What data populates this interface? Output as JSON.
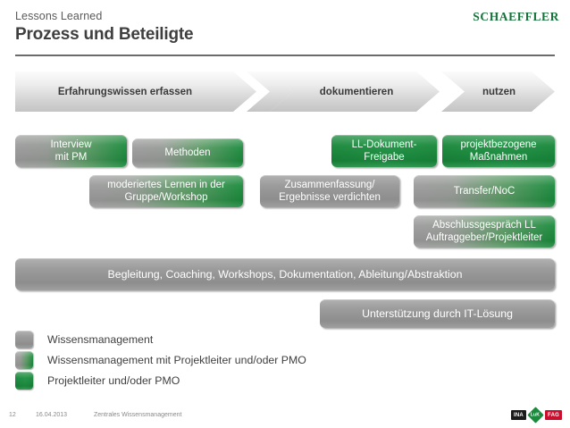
{
  "header": {
    "eyebrow": "Lessons Learned",
    "title": "Prozess und Beteiligte",
    "brand": "SCHAEFFLER"
  },
  "process_phases": [
    {
      "label": "Erfahrungswissen erfassen"
    },
    {
      "label": "dokumentieren"
    },
    {
      "label": "nutzen"
    }
  ],
  "boxes": [
    {
      "label": "Interview\nmit PM",
      "style": "mix"
    },
    {
      "label": "Methoden",
      "style": "mix"
    },
    {
      "label": "LL-Dokument-\nFreigabe",
      "style": "green"
    },
    {
      "label": "projektbezogene\nMaßnahmen",
      "style": "green"
    },
    {
      "label": "moderiertes Lernen in der\nGruppe/Workshop",
      "style": "mix"
    },
    {
      "label": "Zusammenfassung/\nErgebnisse verdichten",
      "style": "gray"
    },
    {
      "label": "Transfer/NoC",
      "style": "mix"
    },
    {
      "label": "Abschlussgespräch LL\nAuftraggeber/Projektleiter",
      "style": "mix"
    },
    {
      "label": "Begleitung, Coaching, Workshops, Dokumentation, Ableitung/Abstraktion",
      "style": "gray"
    },
    {
      "label": "Unterstützung durch IT-Lösung",
      "style": "gray"
    }
  ],
  "legend": [
    {
      "label": "Wissensmanagement",
      "style": "gray"
    },
    {
      "label": "Wissensmanagement mit Projektleiter und/oder PMO",
      "style": "mix"
    },
    {
      "label": "Projektleiter und/oder PMO",
      "style": "green"
    }
  ],
  "footer": {
    "page": "12",
    "date": "16.04.2013",
    "department": "Zentrales Wissensmanagement",
    "logos": [
      {
        "name": "INA",
        "text": "INA"
      },
      {
        "name": "LuK",
        "text": "LuK"
      },
      {
        "name": "FAG",
        "text": "FAG"
      }
    ]
  },
  "colors": {
    "brand_green": "#16713a",
    "box_green": "#1a8a3c",
    "box_gray": "#9d9d9d",
    "rule": "#6b6b6b",
    "fag_red": "#c8102e"
  }
}
